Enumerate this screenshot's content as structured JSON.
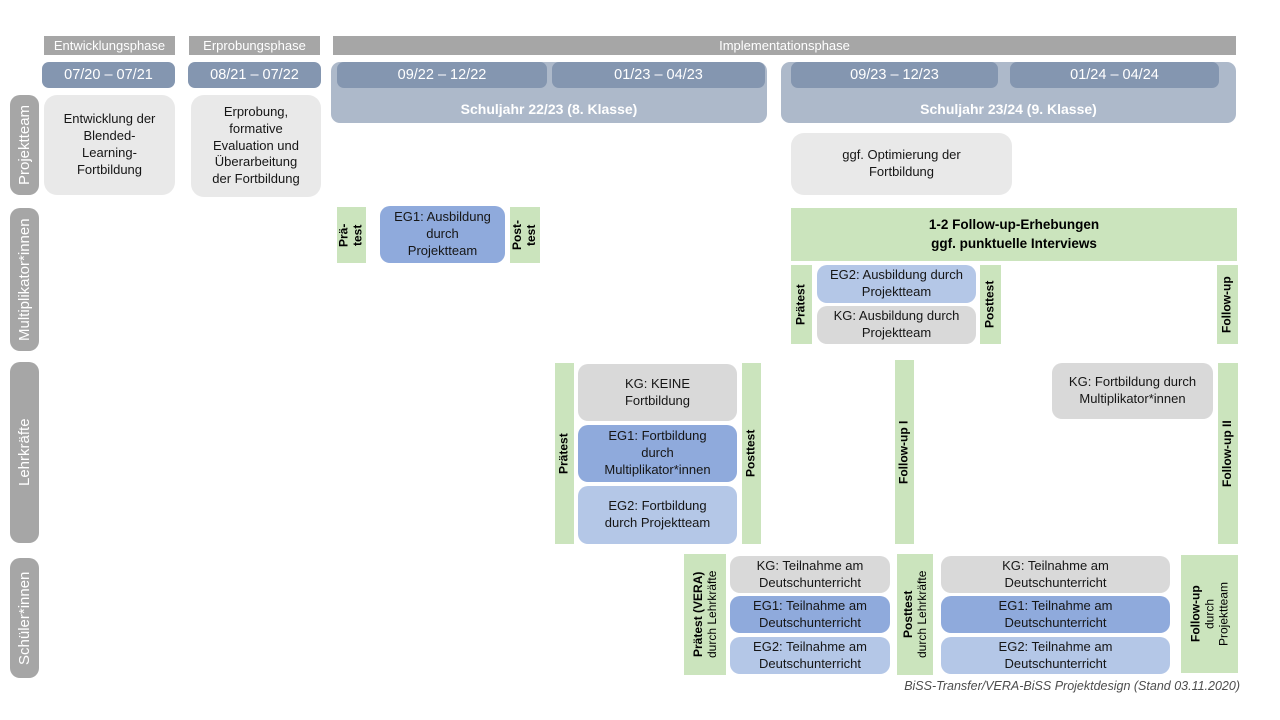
{
  "colors": {
    "phase_bar": "#a6a6a6",
    "date_bar": "#8496b0",
    "year_band": "#adb9ca",
    "box_light_gray": "#e9e9e9",
    "box_kg_gray": "#d9d9d9",
    "box_eg1_blue": "#8faadc",
    "box_eg2_blue": "#b4c7e7",
    "test_green": "#cbe4bd"
  },
  "phases": {
    "entwicklung": "Entwicklungsphase",
    "erprobung": "Erprobungsphase",
    "implementation": "Implementationsphase"
  },
  "dates": {
    "d1": "07/20 – 07/21",
    "d2": "08/21 – 07/22",
    "d3": "09/22 – 12/22",
    "d4": "01/23 – 04/23",
    "d5": "09/23 – 12/23",
    "d6": "01/24 – 04/24"
  },
  "school_years": {
    "sy1": "Schuljahr 22/23 (8. Klasse)",
    "sy2": "Schuljahr 23/24 (9. Klasse)"
  },
  "row_labels": {
    "projektteam": "Projektteam",
    "multiplikatoren": "Multiplikator*innen",
    "lehrkraefte": "Lehrkräfte",
    "schueler": "Schüler*innen"
  },
  "projektteam": {
    "development": "Entwicklung der\nBlended-\nLearning-\nFortbildung",
    "testing": "Erprobung,\nformative\nEvaluation und\nÜberarbeitung\nder Fortbildung",
    "optimization": "ggf. Optimierung der\nFortbildung"
  },
  "multiplikatoren": {
    "pretest1": "Prä-\ntest",
    "eg1": "EG1: Ausbildung\ndurch\nProjektteam",
    "posttest1": "Post-\ntest",
    "followup_box": "1-2 Follow-up-Erhebungen\nggf. punktuelle Interviews",
    "pretest2": "Prätest",
    "eg2": "EG2: Ausbildung durch\nProjektteam",
    "kg": "KG: Ausbildung durch\nProjektteam",
    "posttest2": "Posttest",
    "followup": "Follow-up"
  },
  "lehrkraefte": {
    "pretest": "Prätest",
    "kg": "KG: KEINE\nFortbildung",
    "eg1": "EG1: Fortbildung\ndurch\nMultiplikator*innen",
    "eg2": "EG2: Fortbildung\ndurch Projektteam",
    "posttest": "Posttest",
    "followup1": "Follow-up I",
    "kg2": "KG: Fortbildung durch\nMultiplikator*innen",
    "followup2": "Follow-up II"
  },
  "schueler": {
    "pretest_main": "Prätest (VERA)",
    "pretest_sub": "durch Lehrkräfte",
    "kg": "KG: Teilnahme am\nDeutschunterricht",
    "eg1": "EG1: Teilnahme am\nDeutschunterricht",
    "eg2": "EG2: Teilnahme am\nDeutschunterricht",
    "posttest_main": "Posttest",
    "posttest_sub": "durch Lehrkräfte",
    "followup_main": "Follow-up",
    "followup_sub1": "durch",
    "followup_sub2": "Projektteam"
  },
  "footer": "BiSS-Transfer/VERA-BiSS Projektdesign (Stand 03.11.2020)"
}
